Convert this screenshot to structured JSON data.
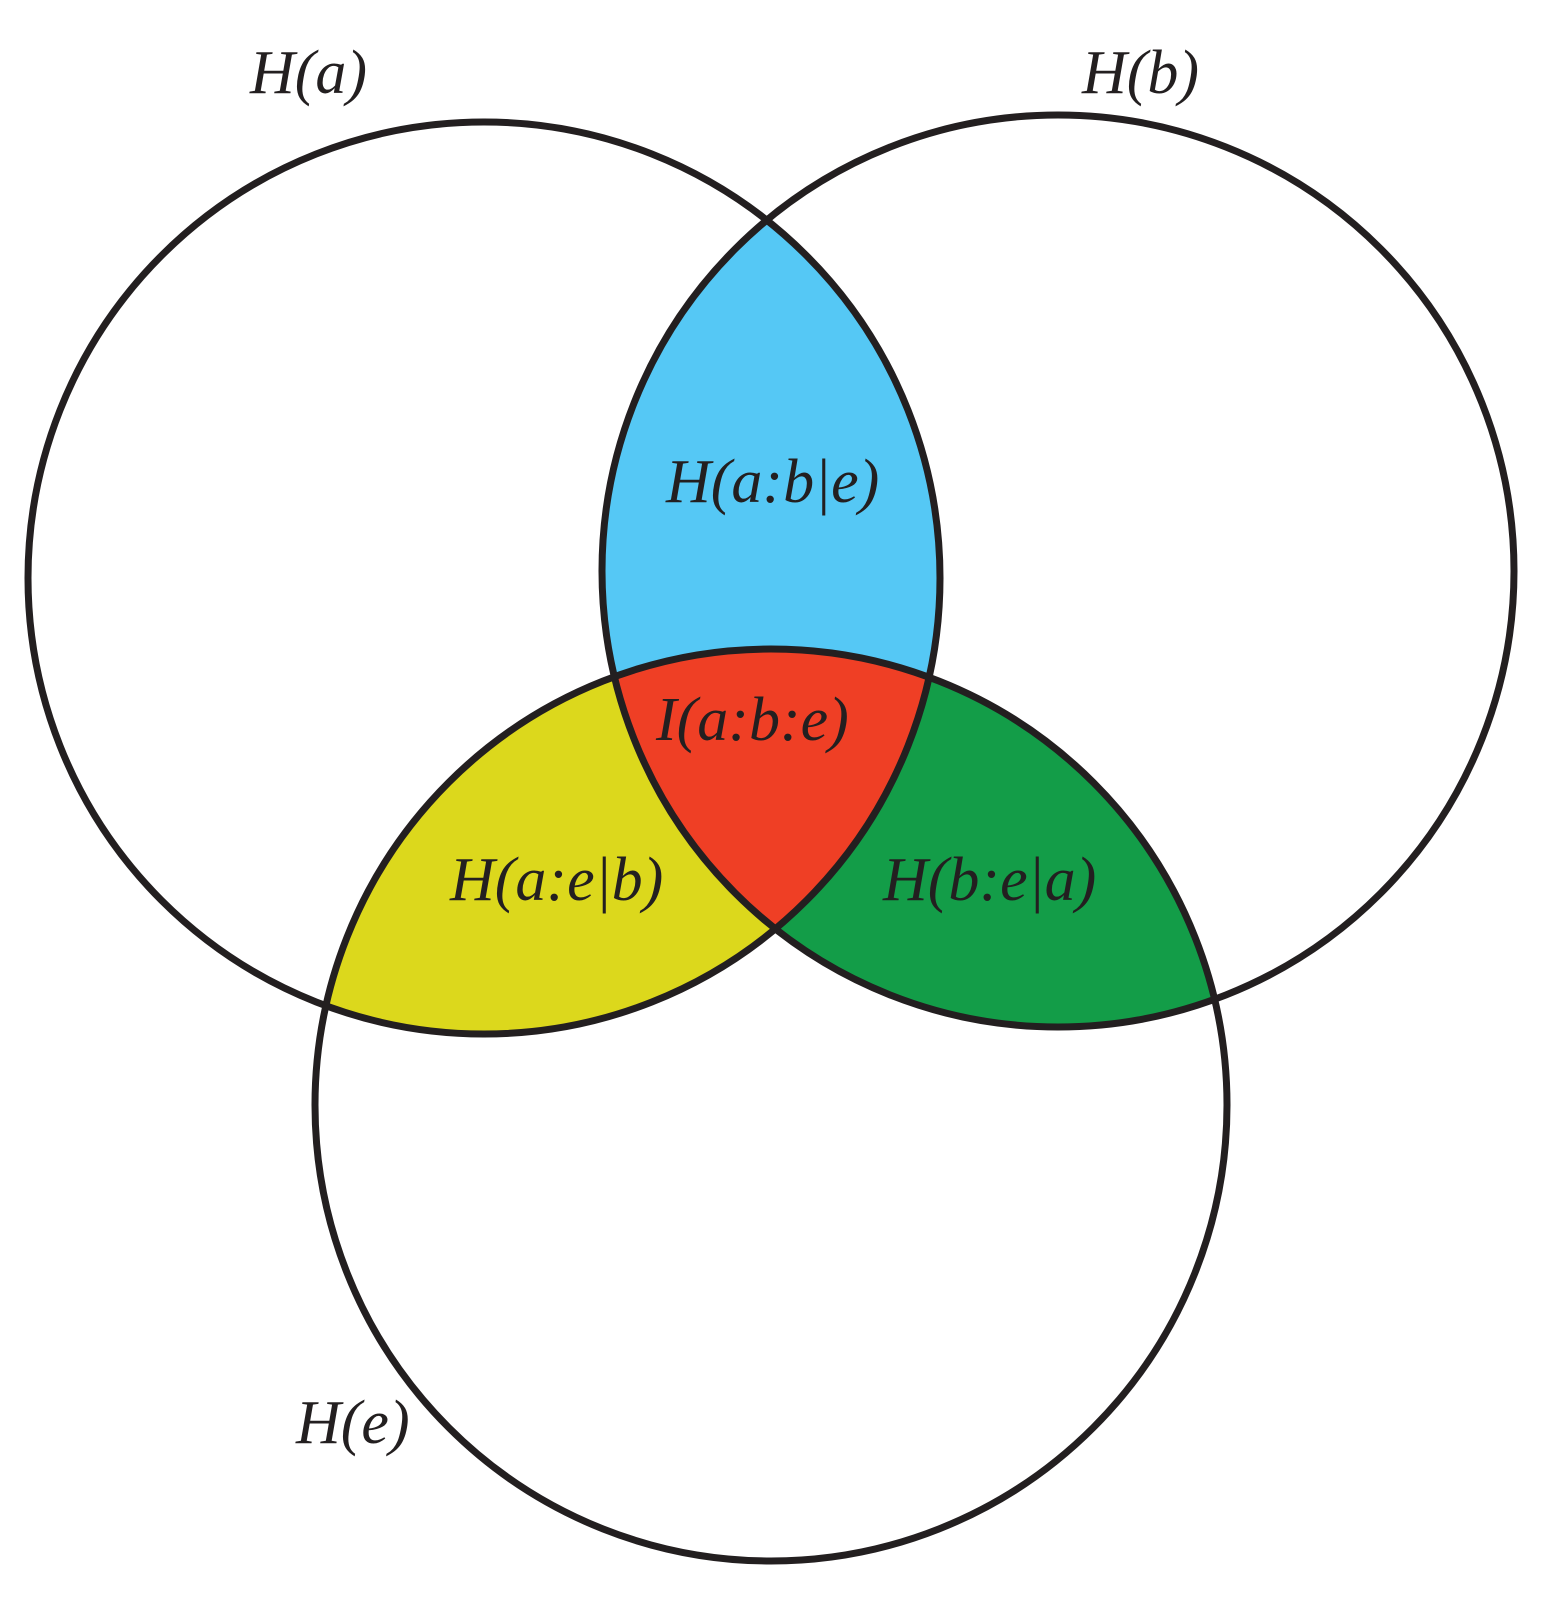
{
  "colors": {
    "outline": "#231f20",
    "ab_given_e": "#55c8f5",
    "ae_given_b": "#dcd81c",
    "be_given_a": "#139d48",
    "abe": "#ef3f25",
    "text": "#231f20"
  },
  "sets": {
    "a": "H(a)",
    "b": "H(b)",
    "e": "H(e)"
  },
  "regions": {
    "ab_given_e": "H(a:b|e)",
    "ae_given_b": "H(a:e|b)",
    "be_given_a": "H(b:e|a)",
    "abe": "I(a:b:e)"
  }
}
